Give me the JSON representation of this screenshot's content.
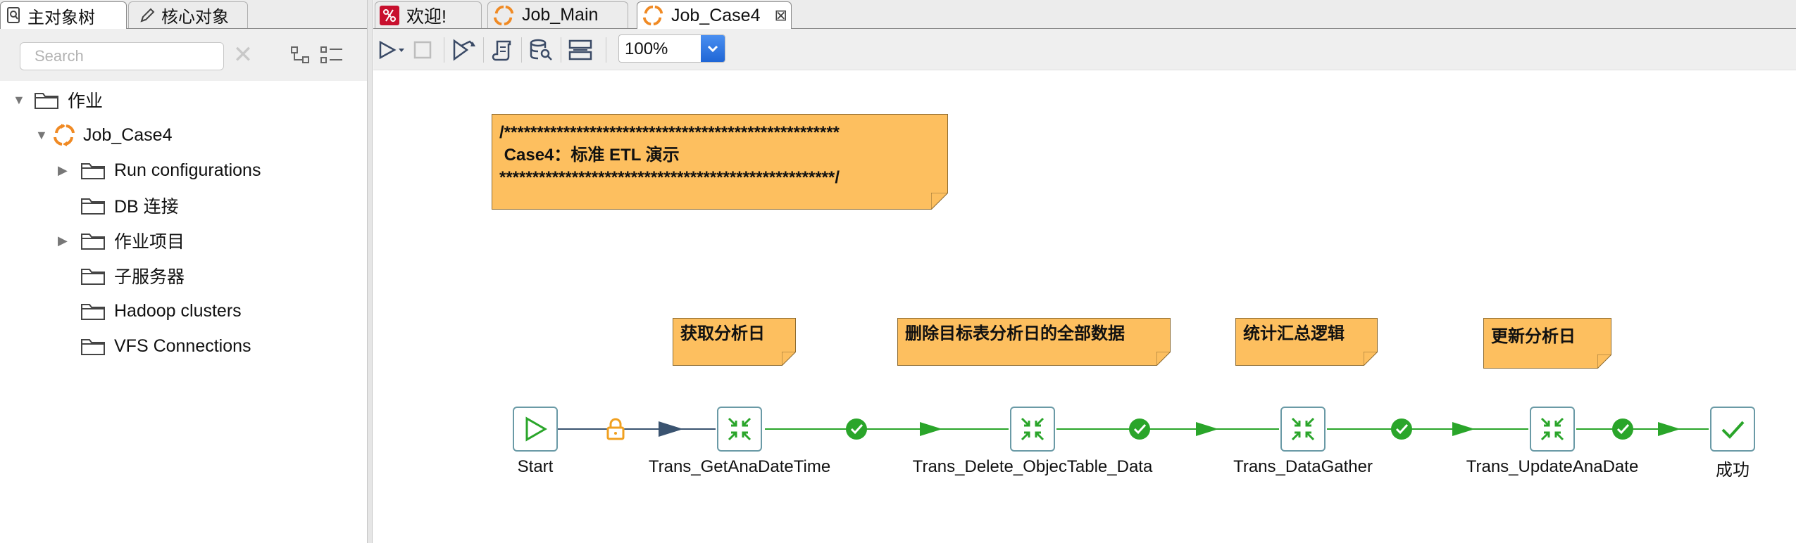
{
  "left_panel": {
    "tabs": [
      {
        "label": "主对象树",
        "icon": "search-object-icon"
      },
      {
        "label": "核心对象",
        "icon": "pencil-icon"
      }
    ],
    "search": {
      "placeholder": "Search",
      "value": ""
    },
    "tree": {
      "root": {
        "label": "作业",
        "expanded": true
      },
      "job": {
        "label": "Job_Case4",
        "expanded": true
      },
      "children": [
        {
          "label": "Run configurations",
          "expandable": true
        },
        {
          "label": "DB 连接",
          "expandable": false
        },
        {
          "label": "作业项目",
          "expandable": true
        },
        {
          "label": "子服务器",
          "expandable": false
        },
        {
          "label": "Hadoop clusters",
          "expandable": false
        },
        {
          "label": "VFS Connections",
          "expandable": false
        }
      ]
    }
  },
  "editor": {
    "tabs": [
      {
        "label": "欢迎!",
        "icon": "welcome-icon"
      },
      {
        "label": "Job_Main",
        "icon": "job-icon"
      },
      {
        "label": "Job_Case4",
        "icon": "job-icon",
        "active": true
      }
    ],
    "toolbar": {
      "zoom": "100%"
    },
    "notes": {
      "header": "/***************************************************\n Case4：标准 ETL 演示\n***************************************************/",
      "get_date": "获取分析日",
      "delete": "删除目标表分析日的全部数据",
      "gather": "统计汇总逻辑",
      "update": "更新分析日"
    },
    "entries": {
      "start": "Start",
      "get_date": "Trans_GetAnaDateTime",
      "delete": "Trans_Delete_ObjecTable_Data",
      "gather": "Trans_DataGather",
      "update": "Trans_UpdateAnaDate",
      "success": "成功"
    },
    "colors": {
      "note": "#fdbf5f",
      "hop_green": "#2aa52a",
      "hop_unconditional": "#3a5370",
      "lock": "#f0a020",
      "brand_orange": "#f08a24"
    }
  }
}
